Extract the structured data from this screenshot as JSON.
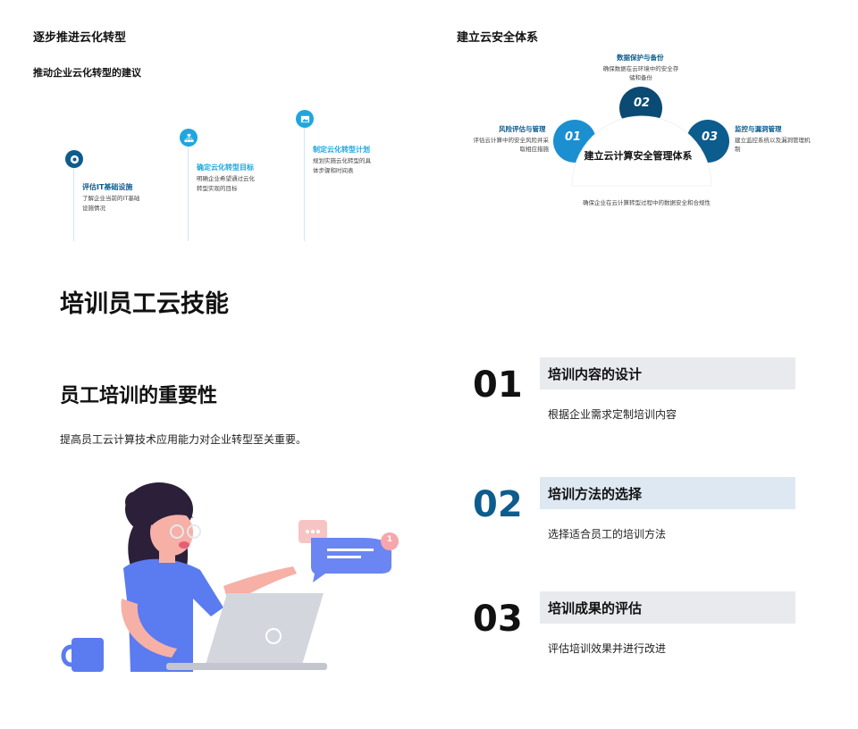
{
  "slide1": {
    "title": "逐步推进云化转型",
    "subtitle": "推动企业云化转型的建议",
    "steps": [
      {
        "heading": "评估IT基础设施",
        "desc": "了解企业当前的IT基础设施情况",
        "color": "#0d5c8e",
        "icon": "target-icon"
      },
      {
        "heading": "确定云化转型目标",
        "desc": "明确企业希望通过云化转型实现的目标",
        "color": "#1ea6e0",
        "icon": "sitemap-icon"
      },
      {
        "heading": "制定云化转型计划",
        "desc": "规划实施云化转型的具体步骤和时间表",
        "color": "#1ea6e0",
        "icon": "image-icon"
      }
    ]
  },
  "slide2": {
    "title": "建立云安全体系",
    "center": "建立云计算安全管理体系",
    "footer": "确保企业在云计算转型过程中的数据安全和合规性",
    "items": [
      {
        "num": "01",
        "label": "风险评估与管理",
        "desc": "评估云计算中的安全风险并采取相应措施"
      },
      {
        "num": "02",
        "label": "数据保护与备份",
        "desc": "确保数据在云环境中的安全存储和备份"
      },
      {
        "num": "03",
        "label": "监控与漏洞管理",
        "desc": "建立监控系统以及漏洞管理机制"
      }
    ]
  },
  "slide3": {
    "title": "培训员工云技能",
    "heading": "员工培训的重要性",
    "paragraph": "提高员工云计算技术应用能力对企业转型至关重要。",
    "illustration": {
      "badge_count": "1"
    },
    "steps": [
      {
        "num": "01",
        "title": "培训内容的设计",
        "desc": "根据企业需求定制培训内容",
        "num_color": "#111111"
      },
      {
        "num": "02",
        "title": "培训方法的选择",
        "desc": "选择适合员工的培训方法",
        "num_color": "#0d5c8e"
      },
      {
        "num": "03",
        "title": "培训成果的评估",
        "desc": "评估培训效果并进行改进",
        "num_color": "#111111"
      }
    ]
  }
}
